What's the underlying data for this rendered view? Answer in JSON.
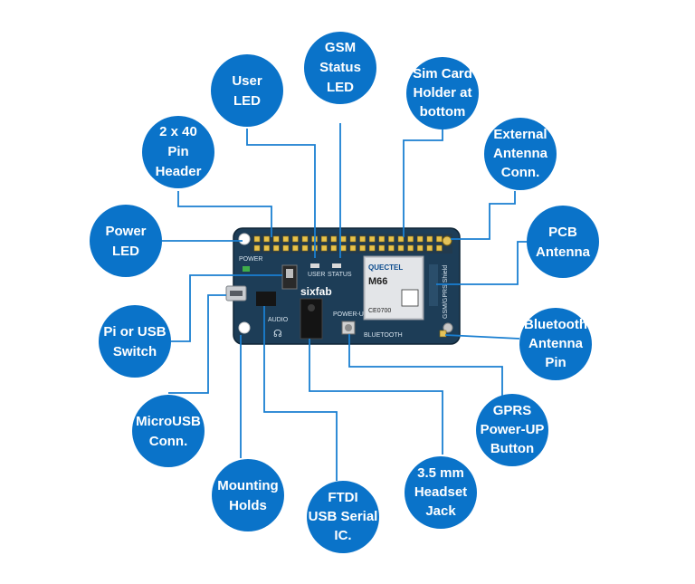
{
  "bubbles": {
    "gsm_status_led": [
      "GSM",
      "Status",
      "LED"
    ],
    "user_led": [
      "User",
      "LED"
    ],
    "sim_card_holder": [
      "Sim Card",
      "Holder at",
      "bottom"
    ],
    "pin_header": [
      "2 x 40",
      "Pin",
      "Header"
    ],
    "external_antenna": [
      "External",
      "Antenna",
      "Conn."
    ],
    "power_led": [
      "Power",
      "LED"
    ],
    "pcb_antenna": [
      "PCB",
      "Antenna"
    ],
    "pi_usb_switch": [
      "Pi or USB",
      "Switch"
    ],
    "bluetooth_antenna": [
      "Bluetooth",
      "Antenna",
      "Pin"
    ],
    "microusb": [
      "MicroUSB",
      "Conn."
    ],
    "gprs_powerup": [
      "GPRS",
      "Power-UP",
      "Button"
    ],
    "mounting_holds": [
      "Mounting",
      "Holds"
    ],
    "ftdi_ic": [
      "FTDI",
      "USB Serial",
      "IC."
    ],
    "headset_jack": [
      "3.5 mm",
      "Headset",
      "Jack"
    ]
  },
  "board": {
    "brand": "sixfab",
    "shield_label": "GSM/GPRS Shield",
    "power_label": "POWER",
    "user_label": "USER",
    "status_label": "STATUS",
    "audio_label": "AUDIO",
    "powerup_label": "POWER-UP",
    "bluetooth_label": "BLUETOOTH",
    "module_brand": "QUECTEL",
    "module_model": "M66",
    "module_cert": "CE0700"
  },
  "colors": {
    "bubble": "#0a73c9",
    "leader": "#1a7fd1",
    "board": "#1d3d57"
  }
}
